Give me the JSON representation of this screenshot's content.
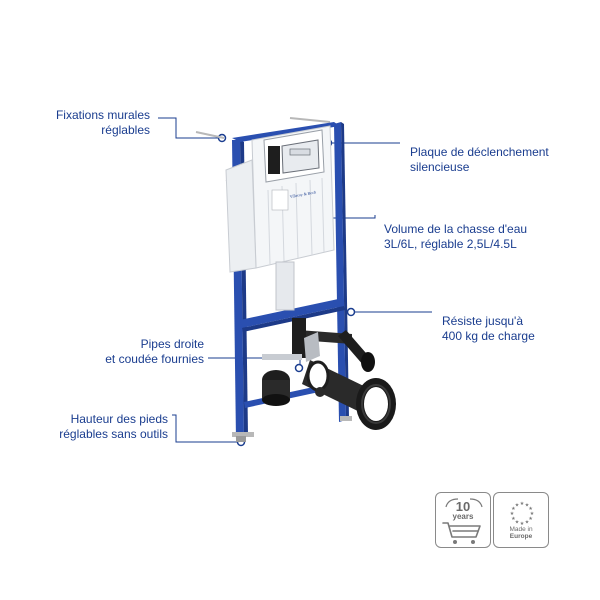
{
  "callouts": {
    "wall_fixings": [
      "Fixations murales",
      "réglables"
    ],
    "flush_plate": [
      "Plaque de déclenchement",
      "silencieuse"
    ],
    "cistern_volume": [
      "Volume de la chasse d'eau",
      "3L/6L, réglable 2,5L/4.5L"
    ],
    "load": [
      "Résiste jusqu'à",
      "400 kg de charge"
    ],
    "pipes": [
      "Pipes droite",
      "et coudée fournies"
    ],
    "feet": [
      "Hauteur des pieds",
      "réglables sans outils"
    ]
  },
  "brand_on_cistern": "Villeroy & Boch",
  "badges": {
    "warranty_number": "10",
    "warranty_unit": "years",
    "origin_line1": "Made in",
    "origin_line2": "Europe"
  },
  "colors": {
    "callout_blue": "#1a3d8f",
    "frame_blue": "#2a4fb0",
    "cistern_white": "#f4f6f8",
    "pipe_black": "#1e1e1e",
    "badge_grey": "#8a8a8a"
  },
  "icons": [
    "shopping-cart-icon",
    "eu-stars-icon"
  ]
}
